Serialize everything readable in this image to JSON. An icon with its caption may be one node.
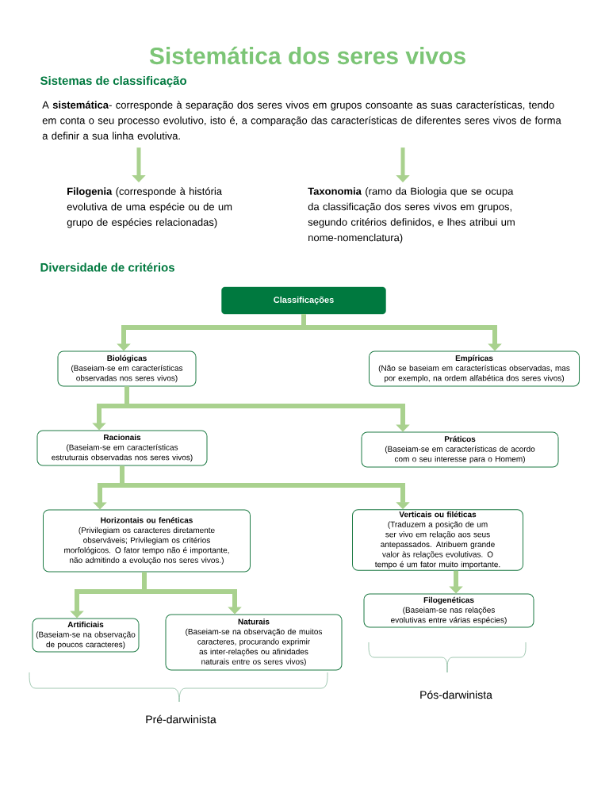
{
  "diagram": {
    "title": "Sistemática dos seres vivos",
    "nodes": [
      {
        "text": [
          "A **sistemática**- corresponde à separação dos seres vivos em grupos consoante as suas características, tendo em conta o seu processo evolutivo, isto é, a comparação das características de diferentes seres vivos de forma a definir a sua linha evolutiva."
        ]
      },
      {
        "text": [
          "**Filogenia** (corresponde à história evolutiva de uma espécie ou de um grupo de espécies relacionadas)"
        ]
      },
      {
        "text": [
          "**Taxonomia** (ramo da Biologia que se ocupa da classificação dos seres vivos em grupos, segundo critérios definidos, e lhes atribui um nome-nomenclatura)"
        ]
      },
      {
        "text": [
          "Classificações"
        ]
      },
      {
        "text": [
          "Biológicas",
          "(Baseiam-se em características observadas nos seres vivos)"
        ]
      },
      {
        "text": [
          "Empíricas",
          "(Não se baseiam em características observadas, mas por exemplo, na ordem alfabética dos seres vivos)"
        ]
      },
      {
        "text": [
          "Racionais",
          "(Baseiam-se em características estruturais observadas nos seres vivos)"
        ]
      },
      {
        "text": [
          "Práticos",
          "(Baseiam-se em características de acordo com o seu interesse para o Homem)"
        ]
      },
      {
        "text": [
          "Horizontais ou fenéticas",
          "(Privilegiam os caracteres diretamente observáveis; Privilegiam os critérios morfológicos. O fator tempo não é importante, não admitindo a evolução nos seres vivos.)"
        ]
      },
      {
        "text": [
          "Verticais ou filéticas",
          "(Traduzem a posição de um ser vivo em relação aos seus antepassados. Atribuem grande valor às relações evolutivas. O tempo é um fator muito importante."
        ]
      },
      {
        "text": [
          "Artificiais",
          "(Baseiam-se na observação de poucos caracteres)"
        ]
      },
      {
        "text": [
          "Naturais",
          "(Baseiam-se na observação de muitos caracteres, procurando exprimir as inter-relações ou afinidades naturais entre os seres vivos)"
        ]
      },
      {
        "text": [
          "Filogenéticas",
          "(Baseiam-se nas relações evolutivas entre várias espécies)"
        ]
      }
    ],
    "edges": [
      {
        "from": 0,
        "to": 1,
        "arrow": "to"
      },
      {
        "from": 0,
        "to": 2,
        "arrow": "to"
      },
      {
        "from": 3,
        "to": 4,
        "arrow": "to"
      },
      {
        "from": 3,
        "to": 5,
        "arrow": "to"
      },
      {
        "from": 4,
        "to": 6,
        "arrow": "to"
      },
      {
        "from": 4,
        "to": 7,
        "arrow": "to"
      },
      {
        "from": 6,
        "to": 8,
        "arrow": "to"
      },
      {
        "from": 6,
        "to": 9,
        "arrow": "to"
      },
      {
        "from": 8,
        "to": 10,
        "arrow": "to"
      },
      {
        "from": 8,
        "to": 11,
        "arrow": "to"
      },
      {
        "from": 9,
        "to": 12,
        "arrow": "to"
      }
    ],
    "labels": [
      "Sistemas de classificação",
      "Diversidade de critérios",
      "Pós-darwinista",
      "Pré-darwinista"
    ]
  }
}
